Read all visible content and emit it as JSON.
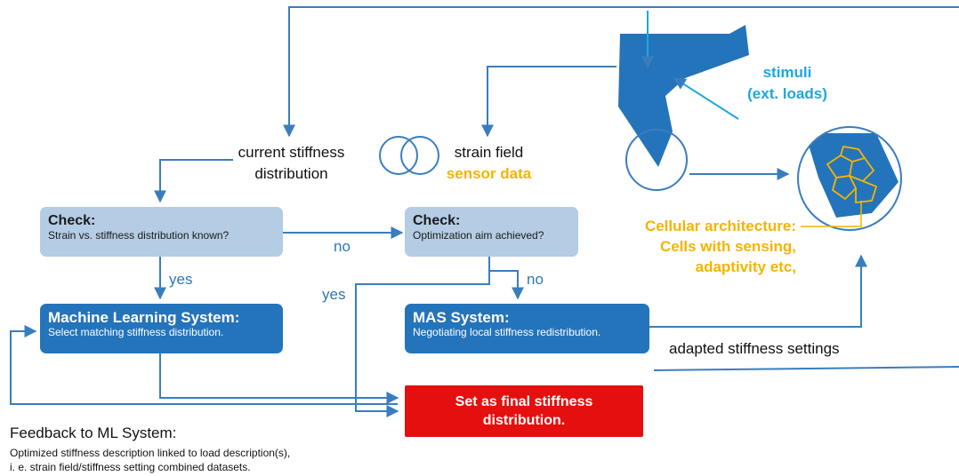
{
  "colors": {
    "arrow": "#3a7dbf",
    "box_light": "#b4cce4",
    "box_dark": "#2474bb",
    "box_red": "#e50f0f",
    "accent_orange": "#f5b400",
    "accent_cyan": "#1ea6e0"
  },
  "top_left": {
    "line1": "current stiffness",
    "line2": "distribution"
  },
  "top_mid": {
    "line1": "strain field",
    "line2": "sensor data"
  },
  "stimuli": {
    "line1": "stimuli",
    "line2": "(ext. loads)"
  },
  "check1": {
    "title": "Check:",
    "subtitle": "Strain vs. stiffness distribution known?"
  },
  "check2": {
    "title": "Check:",
    "subtitle": "Optimization aim achieved?"
  },
  "ml_system": {
    "title": "Machine Learning System:",
    "subtitle": "Select matching stiffness distribution."
  },
  "mas_system": {
    "title": "MAS System:",
    "subtitle": "Negotiating local stiffness redistribution."
  },
  "final_box": {
    "line1": "Set as final stiffness",
    "line2": "distribution."
  },
  "edge_labels": {
    "no_1": "no",
    "yes_1": "yes",
    "no_2": "no",
    "yes_2": "yes"
  },
  "adapted": "adapted stiffness settings",
  "cellular": {
    "line1": "Cellular architecture:",
    "line2": "Cells with sensing,",
    "line3": "adaptivity etc,"
  },
  "feedback": {
    "title": "Feedback to ML System:",
    "line1": "Optimized stiffness description linked to load description(s),",
    "line2": "i. e. strain field/stiffness setting combined datasets."
  }
}
